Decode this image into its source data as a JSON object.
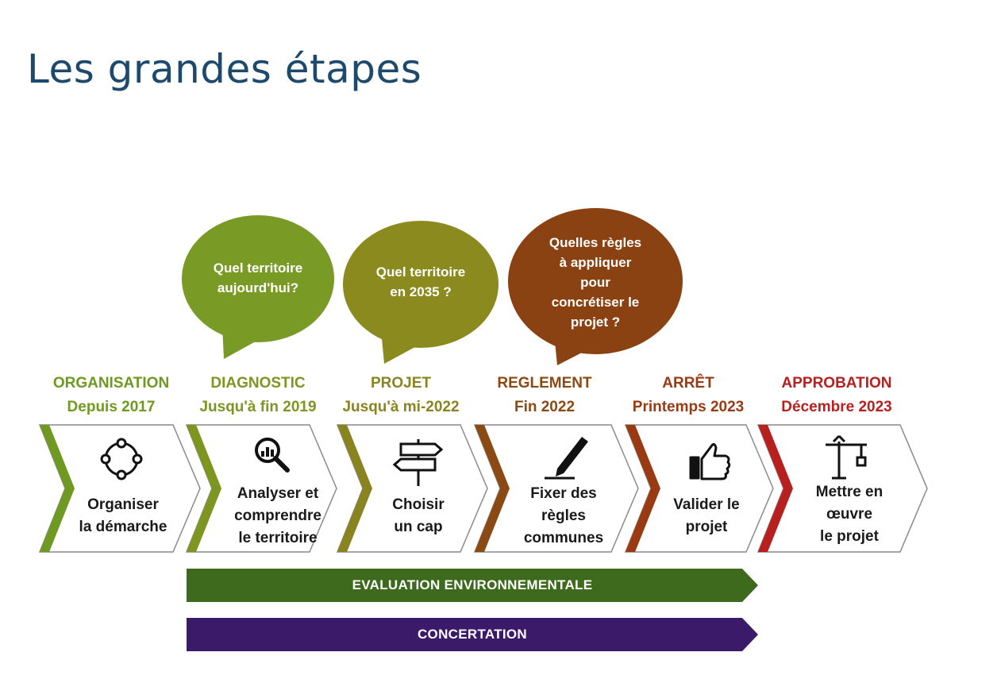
{
  "title": "Les grandes étapes",
  "bubbles": [
    {
      "text": "Quel territoire\naujourd'hui?",
      "color": "#7a9a26"
    },
    {
      "text": "Quel territoire\nen 2035 ?",
      "color": "#8a8a1e"
    },
    {
      "text": "Quelles règles\nà appliquer\npour\nconcrétiser le\nprojet ?",
      "color": "#8b4212"
    }
  ],
  "stages": [
    {
      "name": "ORGANISATION",
      "date": "Depuis 2017",
      "color": "#6f9a21",
      "text": "Organiser\nla démarche",
      "icon": "circle-nodes-icon"
    },
    {
      "name": "DIAGNOSTIC",
      "date": "Jusqu'à fin 2019",
      "color": "#7c9620",
      "text": "Analyser et\ncomprendre\nle territoire",
      "icon": "magnifier-chart-icon"
    },
    {
      "name": "PROJET",
      "date": "Jusqu'à mi-2022",
      "color": "#8a8420",
      "text": "Choisir\nun cap",
      "icon": "signpost-icon"
    },
    {
      "name": "REGLEMENT",
      "date": "Fin 2022",
      "color": "#8b4a14",
      "text": "Fixer des\nrègles\ncommunes",
      "icon": "pen-icon"
    },
    {
      "name": "ARRÊT",
      "date": "Printemps 2023",
      "color": "#9a3a12",
      "text": "Valider le\nprojet",
      "icon": "thumbs-up-icon"
    },
    {
      "name": "APPROBATION",
      "date": "Décembre 2023",
      "color": "#b82020",
      "text": "Mettre en\nœuvre\nle projet",
      "icon": "crane-icon"
    }
  ],
  "bands": [
    {
      "label": "EVALUATION ENVIRONNEMENTALE",
      "color": "#3e6a1e"
    },
    {
      "label": "CONCERTATION",
      "color": "#3b1a6a"
    }
  ]
}
